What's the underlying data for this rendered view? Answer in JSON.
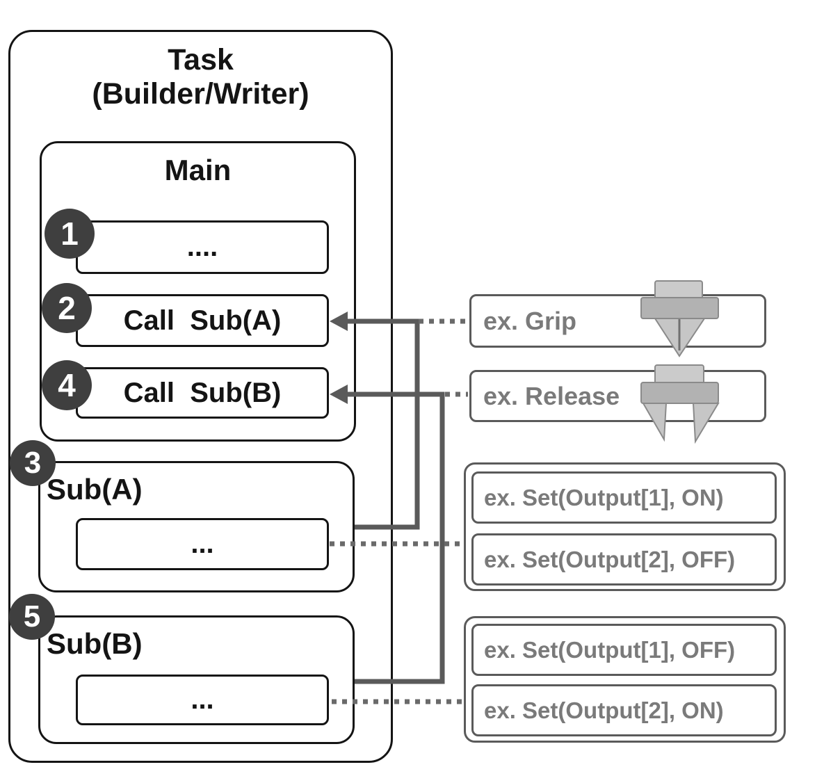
{
  "diagram": {
    "task": {
      "title_line1": "Task",
      "title_line2": "(Builder/Writer)",
      "main": {
        "title": "Main",
        "steps": [
          {
            "badge": "1",
            "label": "...."
          },
          {
            "badge": "2",
            "label": "Call  Sub(A)"
          },
          {
            "badge": "4",
            "label": "Call  Sub(B)"
          }
        ]
      },
      "subroutines": [
        {
          "badge": "3",
          "name": "Sub(A)",
          "body": "..."
        },
        {
          "badge": "5",
          "name": "Sub(B)",
          "body": "..."
        }
      ]
    },
    "annotations": {
      "grip": {
        "label": "ex. Grip",
        "icon": "gripper-closed-icon"
      },
      "release": {
        "label": "ex. Release",
        "icon": "gripper-open-icon"
      },
      "sub_a_examples": {
        "items": [
          {
            "label": "ex. Set(Output[1], ON)"
          },
          {
            "label": "ex. Set(Output[2], OFF)"
          }
        ]
      },
      "sub_b_examples": {
        "items": [
          {
            "label": "ex. Set(Output[1], OFF)"
          },
          {
            "label": "ex. Set(Output[2], ON)"
          }
        ]
      }
    },
    "colors": {
      "box_border": "#141414",
      "badge_bg": "#3f3f3f",
      "badge_text": "#ffffff",
      "solid_connector": "#5a5a5a",
      "dotted_connector": "#6a6a6a",
      "annotation_border": "#5a5a5a",
      "annotation_text": "#7a7a7a",
      "icon_light": "#c8c8c8",
      "icon_mid": "#b2b2b2",
      "icon_stroke": "#8a8a8a"
    }
  }
}
